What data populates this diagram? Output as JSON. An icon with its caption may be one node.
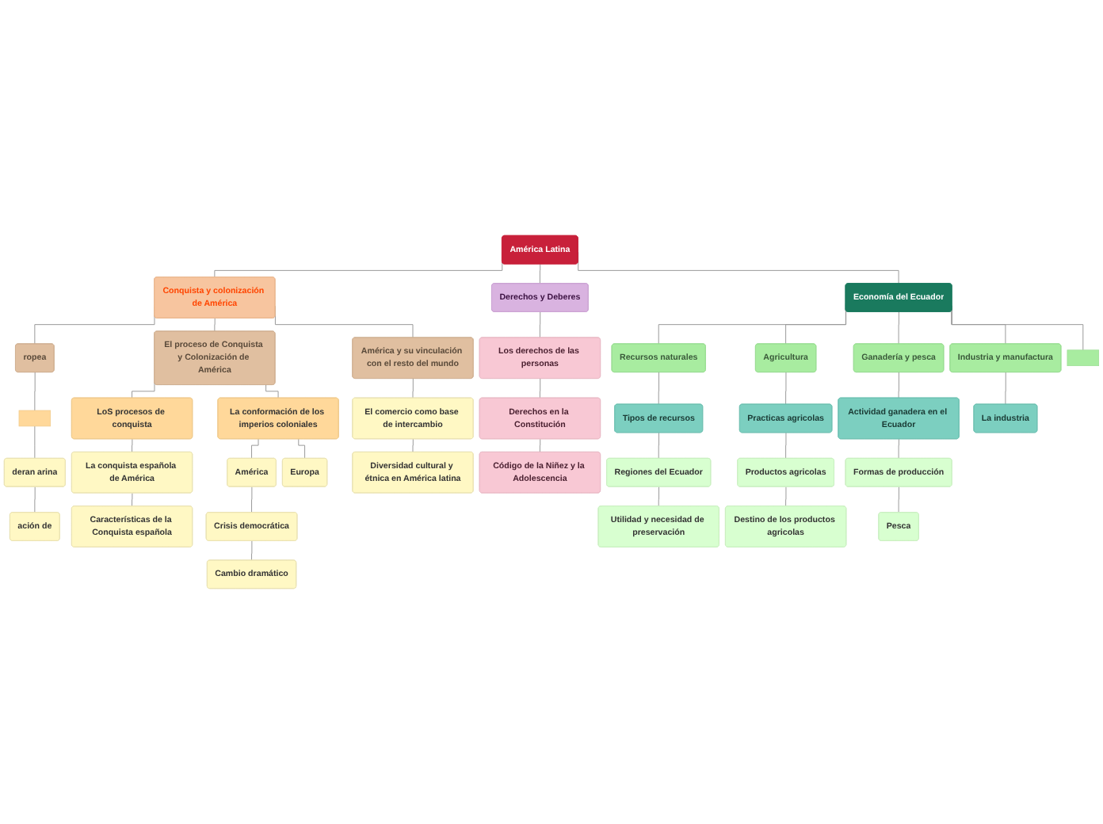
{
  "diagram": {
    "nodes": [
      {
        "text": [
          "América Latina"
        ]
      },
      {
        "text": [
          "Conquista y colonización de América"
        ]
      },
      {
        "text": [
          "Derechos y Deberes"
        ]
      },
      {
        "text": [
          "Economía del Ecuador"
        ]
      },
      {
        "text": [
          "ropea"
        ]
      },
      {
        "text": [
          "El proceso de Conquista y Colonización de América"
        ]
      },
      {
        "text": [
          "América y su vinculación con el resto del mundo"
        ]
      },
      {
        "text": [],
        "shape": "box"
      },
      {
        "text": [
          "deran arina"
        ]
      },
      {
        "text": [
          "ación de"
        ]
      },
      {
        "text": [
          "LoS procesos de conquista"
        ]
      },
      {
        "text": [
          "La conformación de los imperios coloniales"
        ]
      },
      {
        "text": [
          "La conquista española de América"
        ]
      },
      {
        "text": [
          "Características de la Conquista española"
        ]
      },
      {
        "text": [
          "América"
        ]
      },
      {
        "text": [
          "Europa"
        ]
      },
      {
        "text": [
          "Crisis democrática"
        ]
      },
      {
        "text": [
          "Cambio dramático"
        ]
      },
      {
        "text": [
          "El comercio como base de intercambio"
        ]
      },
      {
        "text": [
          "Diversidad cultural y étnica en América latina"
        ]
      },
      {
        "text": [
          "Los derechos de las personas"
        ]
      },
      {
        "text": [
          "Derechos en la Constitución"
        ]
      },
      {
        "text": [
          "Código de la Niñez y la Adolescencia"
        ]
      },
      {
        "text": [
          "Recursos naturales"
        ]
      },
      {
        "text": [
          "Agricultura"
        ]
      },
      {
        "text": [
          "Ganadería y pesca"
        ]
      },
      {
        "text": [
          "Industria y manufactura"
        ]
      },
      {
        "text": [],
        "shape": "box"
      },
      {
        "text": [
          "Tipos de recursos"
        ]
      },
      {
        "text": [
          "Regiones del Ecuador"
        ]
      },
      {
        "text": [
          "Utilidad y necesidad de preservación"
        ]
      },
      {
        "text": [
          "Practicas agricolas"
        ]
      },
      {
        "text": [
          "Productos agricolas"
        ]
      },
      {
        "text": [
          "Destino de los productos agricolas"
        ]
      },
      {
        "text": [
          "Actividad ganadera en el Ecuador"
        ]
      },
      {
        "text": [
          "Formas de producción"
        ]
      },
      {
        "text": [
          "Pesca"
        ]
      },
      {
        "text": [
          "La industria"
        ]
      }
    ],
    "edges": [
      {
        "from": 0,
        "to": 1,
        "arrow": "none"
      },
      {
        "from": 0,
        "to": 2,
        "arrow": "none"
      },
      {
        "from": 0,
        "to": 3,
        "arrow": "none"
      },
      {
        "from": 1,
        "to": 4,
        "arrow": "none"
      },
      {
        "from": 1,
        "to": 5,
        "arrow": "none"
      },
      {
        "from": 1,
        "to": 6,
        "arrow": "none"
      },
      {
        "from": 4,
        "to": 7,
        "arrow": "none"
      },
      {
        "from": 7,
        "to": 8,
        "arrow": "none"
      },
      {
        "from": 8,
        "to": 9,
        "arrow": "none"
      },
      {
        "from": 5,
        "to": 10,
        "arrow": "none"
      },
      {
        "from": 5,
        "to": 11,
        "arrow": "none"
      },
      {
        "from": 10,
        "to": 12,
        "arrow": "none"
      },
      {
        "from": 12,
        "to": 13,
        "arrow": "none"
      },
      {
        "from": 11,
        "to": 14,
        "arrow": "none"
      },
      {
        "from": 11,
        "to": 15,
        "arrow": "none"
      },
      {
        "from": 14,
        "to": 16,
        "arrow": "none"
      },
      {
        "from": 16,
        "to": 17,
        "arrow": "none"
      },
      {
        "from": 6,
        "to": 18,
        "arrow": "none"
      },
      {
        "from": 18,
        "to": 19,
        "arrow": "none"
      },
      {
        "from": 2,
        "to": 20,
        "arrow": "none"
      },
      {
        "from": 20,
        "to": 21,
        "arrow": "none"
      },
      {
        "from": 21,
        "to": 22,
        "arrow": "none"
      },
      {
        "from": 3,
        "to": 23,
        "arrow": "none"
      },
      {
        "from": 3,
        "to": 24,
        "arrow": "none"
      },
      {
        "from": 3,
        "to": 25,
        "arrow": "none"
      },
      {
        "from": 3,
        "to": 26,
        "arrow": "none"
      },
      {
        "from": 3,
        "to": 27,
        "arrow": "none"
      },
      {
        "from": 23,
        "to": 28,
        "arrow": "none"
      },
      {
        "from": 28,
        "to": 29,
        "arrow": "none"
      },
      {
        "from": 29,
        "to": 30,
        "arrow": "none"
      },
      {
        "from": 24,
        "to": 31,
        "arrow": "none"
      },
      {
        "from": 31,
        "to": 32,
        "arrow": "none"
      },
      {
        "from": 32,
        "to": 33,
        "arrow": "none"
      },
      {
        "from": 25,
        "to": 34,
        "arrow": "none"
      },
      {
        "from": 34,
        "to": 35,
        "arrow": "none"
      },
      {
        "from": 35,
        "to": 36,
        "arrow": "none"
      },
      {
        "from": 26,
        "to": 37,
        "arrow": "none"
      }
    ]
  }
}
